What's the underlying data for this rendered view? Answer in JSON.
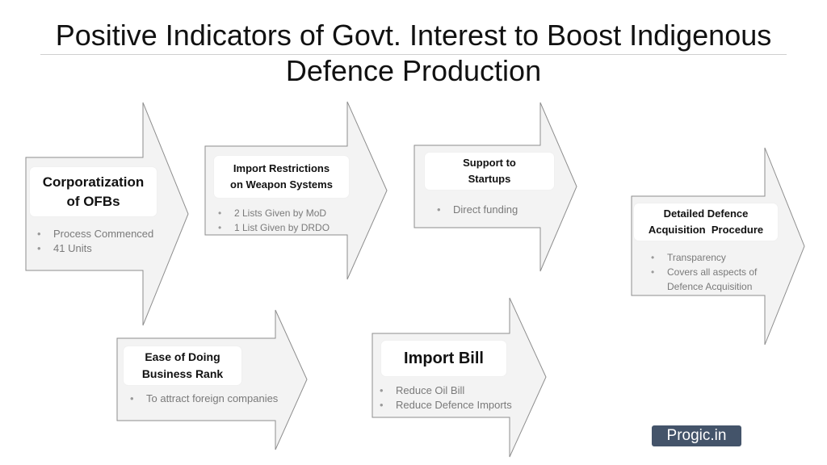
{
  "title": {
    "line1": "Positive Indicators of Govt. Interest to Boost Indigenous",
    "line2": "Defence Production"
  },
  "arrows": [
    {
      "heading_lines": [
        "Corporatization",
        "of OFBs"
      ],
      "bullets": [
        "Process Commenced",
        "41 Units"
      ]
    },
    {
      "heading_lines": [
        "Import Restrictions",
        "on Weapon Systems"
      ],
      "bullets": [
        "2 Lists Given by MoD",
        "1 List Given by DRDO"
      ]
    },
    {
      "heading_lines": [
        "Support to",
        "Startups"
      ],
      "bullets": [
        "Direct funding"
      ]
    },
    {
      "heading_lines": [
        "Detailed Defence",
        "Acquisition  Procedure"
      ],
      "bullets": [
        "Transparency",
        "Covers all aspects of",
        "Defence Acquisition"
      ]
    },
    {
      "heading_lines": [
        "Ease of Doing",
        "Business Rank"
      ],
      "bullets": [
        "To attract foreign companies"
      ]
    },
    {
      "heading_lines": [
        "Import Bill"
      ],
      "bullets": [
        "Reduce Oil Bill",
        "Reduce Defence Imports"
      ]
    }
  ],
  "brand": "Progic.in"
}
